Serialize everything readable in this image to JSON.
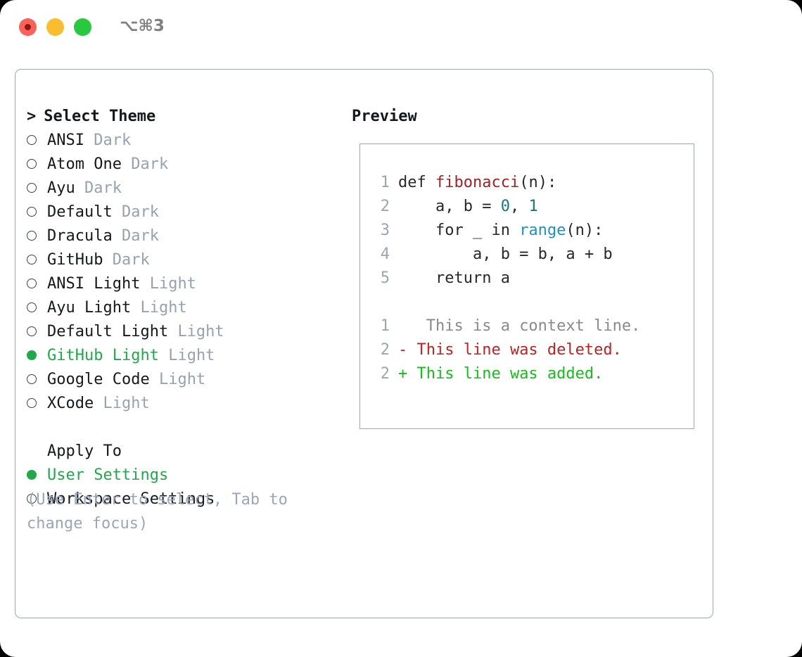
{
  "window": {
    "shortcut": "⌥⌘3",
    "traffic_lights": [
      "close",
      "minimize",
      "maximize"
    ],
    "accent_green": "#1faa4a",
    "border_color": "#9aa6b4",
    "muted_color": "#97a2b0"
  },
  "theme_panel": {
    "caret": ">",
    "heading": "Select Theme",
    "items": [
      {
        "name": "ANSI",
        "kind": "Dark",
        "selected": false
      },
      {
        "name": "Atom One",
        "kind": "Dark",
        "selected": false
      },
      {
        "name": "Ayu",
        "kind": "Dark",
        "selected": false
      },
      {
        "name": "Default",
        "kind": "Dark",
        "selected": false
      },
      {
        "name": "Dracula",
        "kind": "Dark",
        "selected": false
      },
      {
        "name": "GitHub",
        "kind": "Dark",
        "selected": false
      },
      {
        "name": "ANSI Light",
        "kind": "Light",
        "selected": false
      },
      {
        "name": "Ayu Light",
        "kind": "Light",
        "selected": false
      },
      {
        "name": "Default Light",
        "kind": "Light",
        "selected": false
      },
      {
        "name": "GitHub Light",
        "kind": "Light",
        "selected": true
      },
      {
        "name": "Google Code",
        "kind": "Light",
        "selected": false
      },
      {
        "name": "XCode",
        "kind": "Light",
        "selected": false
      }
    ]
  },
  "apply_to": {
    "heading": "Apply To",
    "items": [
      {
        "name": "User Settings",
        "selected": true
      },
      {
        "name": "Workspace Settings",
        "selected": false
      }
    ]
  },
  "hint": "(Use Enter to select, Tab to change focus)",
  "preview": {
    "title": "Preview",
    "code_lines": [
      {
        "no": "1",
        "tokens": [
          {
            "t": "def ",
            "c": "plain"
          },
          {
            "t": "fibonacci",
            "c": "func"
          },
          {
            "t": "(n):",
            "c": "plain"
          }
        ]
      },
      {
        "no": "2",
        "tokens": [
          {
            "t": "    a, b = ",
            "c": "plain"
          },
          {
            "t": "0",
            "c": "num"
          },
          {
            "t": ", ",
            "c": "plain"
          },
          {
            "t": "1",
            "c": "num"
          }
        ]
      },
      {
        "no": "3",
        "tokens": [
          {
            "t": "    for _ in ",
            "c": "plain"
          },
          {
            "t": "range",
            "c": "builtin"
          },
          {
            "t": "(n):",
            "c": "plain"
          }
        ]
      },
      {
        "no": "4",
        "tokens": [
          {
            "t": "        a, b = b, a + b",
            "c": "plain"
          }
        ]
      },
      {
        "no": "5",
        "tokens": [
          {
            "t": "    return a",
            "c": "plain"
          }
        ]
      }
    ],
    "diff_lines": [
      {
        "no": "1",
        "sign": " ",
        "text": "  This is a context line.",
        "kind": "ctx"
      },
      {
        "no": "2",
        "sign": "-",
        "text": " This line was deleted.",
        "kind": "del"
      },
      {
        "no": "2",
        "sign": "+",
        "text": " This line was added.",
        "kind": "add"
      }
    ]
  }
}
